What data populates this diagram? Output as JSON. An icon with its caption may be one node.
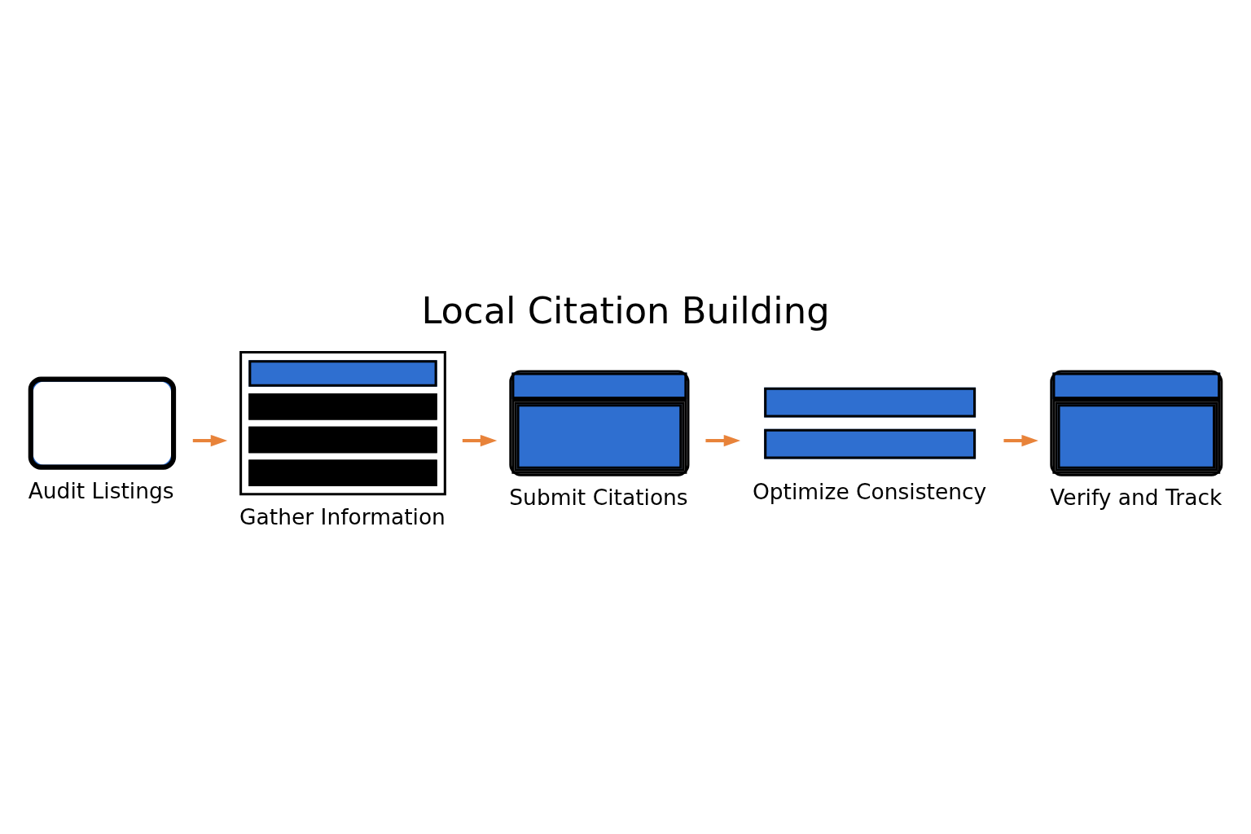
{
  "diagram": {
    "title": "Local Citation Building",
    "nodes": [
      {
        "text": [
          "Audit Listings"
        ]
      },
      {
        "text": [
          "Gather Information"
        ]
      },
      {
        "text": [
          "Submit Citations"
        ]
      },
      {
        "text": [
          "Optimize Consistency"
        ]
      },
      {
        "text": [
          "Verify and Track"
        ]
      }
    ],
    "edges": [
      {
        "from": 0,
        "to": 1,
        "arrow": "to"
      },
      {
        "from": 1,
        "to": 2,
        "arrow": "to"
      },
      {
        "from": 2,
        "to": 3,
        "arrow": "to"
      },
      {
        "from": 3,
        "to": 4,
        "arrow": "to"
      }
    ]
  }
}
